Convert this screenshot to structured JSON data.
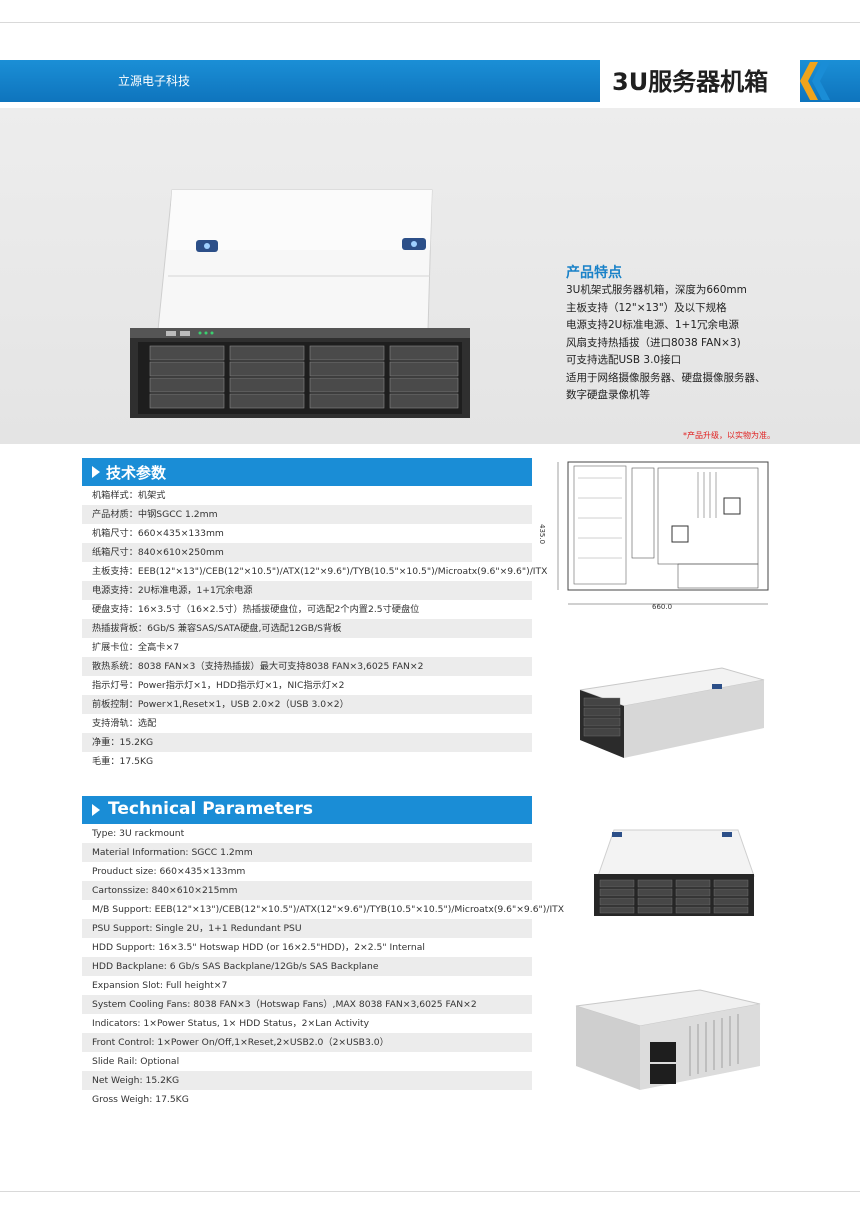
{
  "header": {
    "company": "立源电子科技",
    "title": "3U服务器机箱",
    "brand_color": "#1a8dd6"
  },
  "features": {
    "title": "产品特点",
    "items": [
      "3U机架式服务器机箱，深度为660mm",
      "主板支持（12\"×13\"）及以下规格",
      "电源支持2U标准电源、1+1冗余电源",
      "风扇支持热插拔（进口8038 FAN×3)",
      "可支持选配USB 3.0接口",
      "适用于网络摄像服务器、硬盘摄像服务器、",
      "数字硬盘录像机等"
    ],
    "note": "*产品升级，以实物为准。"
  },
  "cn_specs": {
    "title": "技术参数",
    "rows": [
      "机箱样式：机架式",
      "产品材质：中钢SGCC 1.2mm",
      "机箱尺寸：660×435×133mm",
      "纸箱尺寸：840×610×250mm",
      "主板支持：EEB(12\"×13\")/CEB(12\"×10.5\")/ATX(12\"×9.6\")/TYB(10.5\"×10.5\")/Microatx(9.6\"×9.6\")/ITX",
      "电源支持：2U标准电源，1+1冗余电源",
      "硬盘支持：16×3.5寸（16×2.5寸）热插拔硬盘位，可选配2个内置2.5寸硬盘位",
      "热插拔背板：6Gb/S 兼容SAS/SATA硬盘,可选配12GB/S背板",
      "扩展卡位：全高卡×7",
      "散热系统：8038 FAN×3（支持热插拔）最大可支持8038 FAN×3,6025 FAN×2",
      "指示灯号：Power指示灯×1，HDD指示灯×1，NIC指示灯×2",
      "前板控制：Power×1,Reset×1，USB 2.0×2（USB 3.0×2）",
      "支持滑轨：选配",
      "净重：15.2KG",
      "毛重：17.5KG"
    ]
  },
  "en_specs": {
    "title": "Technical Parameters",
    "rows": [
      "Type: 3U rackmount",
      "Material Information: SGCC 1.2mm",
      "Prouduct size: 660×435×133mm",
      "Cartonssize: 840×610×215mm",
      "M/B Support: EEB(12\"×13\")/CEB(12\"×10.5\")/ATX(12\"×9.6\")/TYB(10.5\"×10.5\")/Microatx(9.6\"×9.6\")/ITX",
      "PSU Support: Single 2U，1+1 Redundant PSU",
      "HDD Support: 16×3.5\" Hotswap HDD (or 16×2.5\"HDD)，2×2.5\" Internal",
      "HDD Backplane: 6 Gb/s SAS Backplane/12Gb/s SAS Backplane",
      "Expansion Slot: Full height×7",
      "System Cooling Fans: 8038 FAN×3（Hotswap Fans）,MAX 8038 FAN×3,6025 FAN×2",
      "Indicators: 1×Power Status, 1× HDD Status，2×Lan Activity",
      "Front Control: 1×Power On/Off,1×Reset,2×USB2.0（2×USB3.0）",
      "Slide Rail: Optional",
      "Net Weigh: 15.2KG",
      "Gross Weigh: 17.5KG"
    ]
  },
  "drawing": {
    "depth_label": "660.0",
    "width_label": "435.0"
  }
}
